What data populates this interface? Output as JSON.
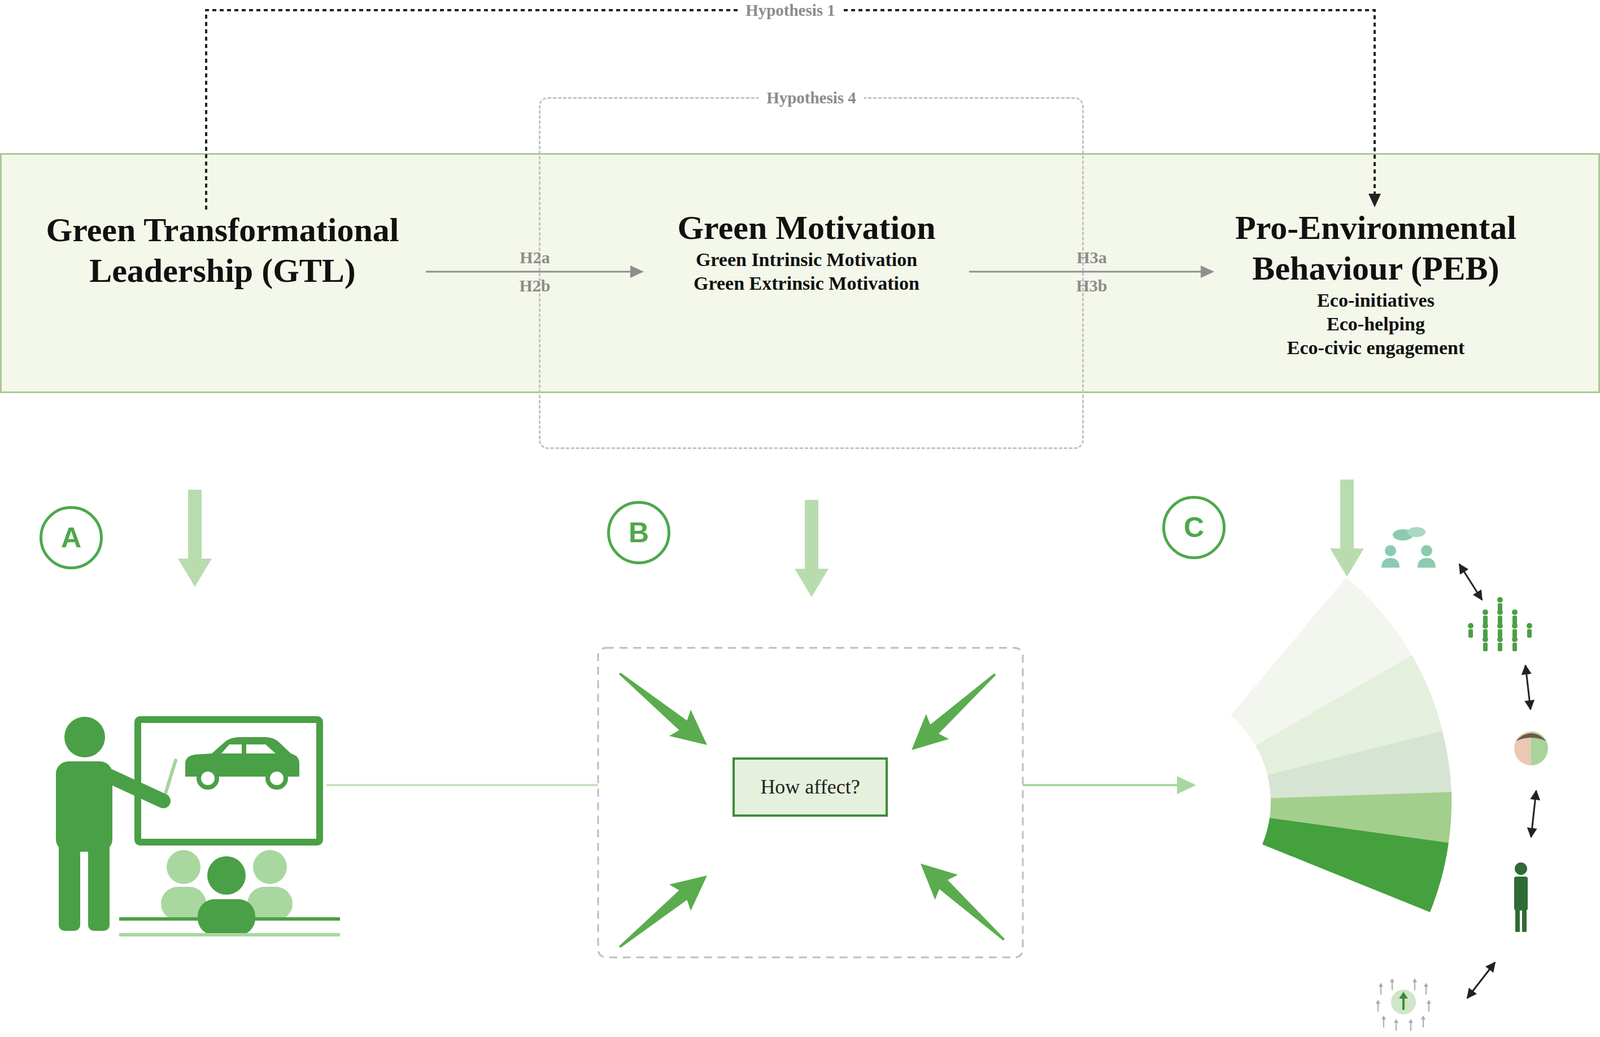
{
  "diagram": {
    "nodes": [
      {
        "text": [
          "Hypothesis 4"
        ]
      },
      {
        "text": [
          "Green Transformational Leadership (GTL)"
        ]
      },
      {
        "text": [
          "Green Motivation",
          "Green Intrinsic Motivation",
          "Green Extrinsic Motivation"
        ],
        "in": 0
      },
      {
        "text": [
          "Pro-Environmental Behaviour (PEB)",
          "Eco-initiatives",
          "Eco-helping",
          "Eco-civic engagement"
        ]
      },
      {
        "text": [
          "A"
        ]
      },
      {
        "text": [
          "B"
        ]
      },
      {
        "text": [
          "C"
        ]
      },
      {
        "text": [
          "How affect?"
        ]
      }
    ],
    "edges": [
      {
        "from": 1,
        "to": 2,
        "arrow": "to",
        "label": "H2a H2b"
      },
      {
        "from": 2,
        "to": 3,
        "arrow": "to",
        "label": "H3a H3b"
      },
      {
        "from": 1,
        "to": 3,
        "arrow": "to",
        "label": "Hypothesis 1"
      }
    ]
  }
}
